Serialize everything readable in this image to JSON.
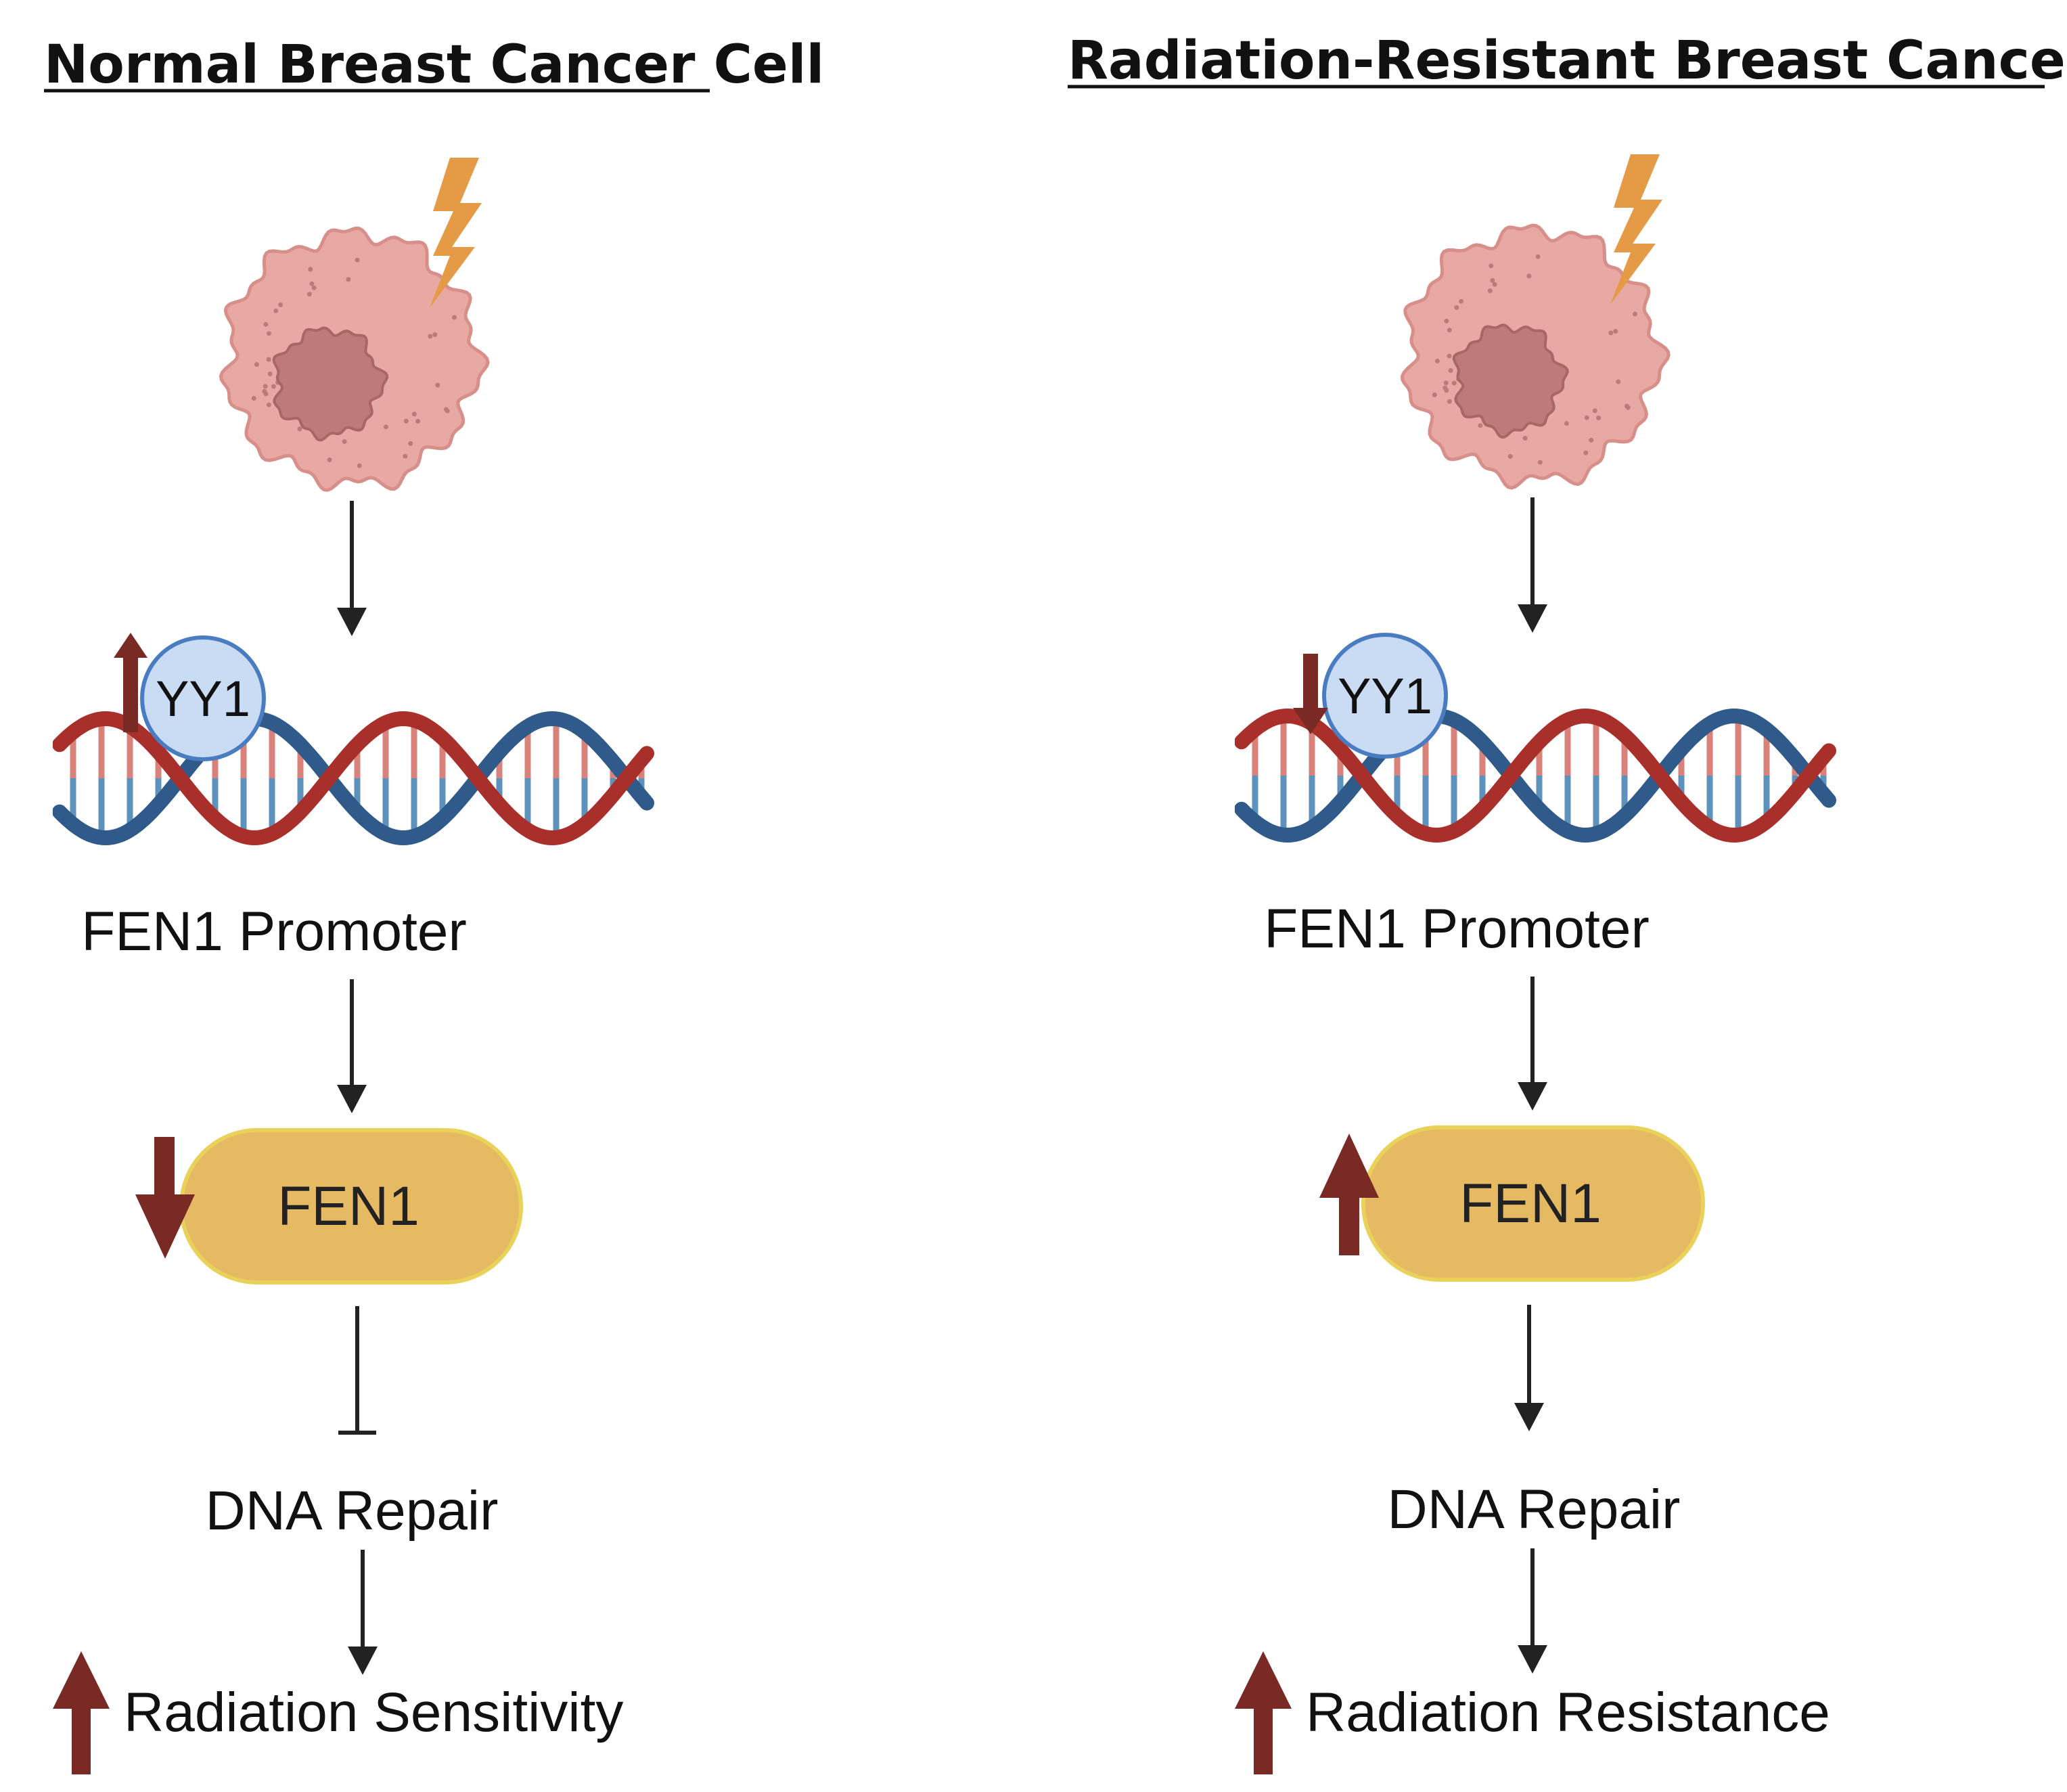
{
  "colors": {
    "cell_body": "#e8a9a4",
    "cell_outline": "#d88f8a",
    "nucleus": "#bd7a78",
    "nucleus_outline": "#a86665",
    "bolt": "#e59a45",
    "dna_red": "#a9302a",
    "dna_blue": "#2f5a8a",
    "rung_red": "#d9827a",
    "rung_blue": "#5d92bd",
    "yy1_fill": "#c9dcf3",
    "yy1_stroke": "#4a7cc1",
    "fen1_fill": "#e6b963",
    "fen1_stroke": "#e9d15a",
    "marker": "#7a2a25",
    "arrow": "#222222"
  },
  "panels": [
    {
      "title": "Normal Breast Cancer Cell",
      "yy1": {
        "label": "YY1",
        "level": "up"
      },
      "promoter_label": "FEN1 Promoter",
      "fen1": {
        "label": "FEN1",
        "level": "down"
      },
      "fen1_to_repair": "inhibition",
      "repair_label": "DNA Repair",
      "outcome": {
        "label": "Radiation Sensitivity",
        "level": "up"
      }
    },
    {
      "title": "Radiation-Resistant Breast Cancer Cell",
      "yy1": {
        "label": "YY1",
        "level": "down"
      },
      "promoter_label": "FEN1 Promoter",
      "fen1": {
        "label": "FEN1",
        "level": "up"
      },
      "fen1_to_repair": "activation",
      "repair_label": "DNA Repair",
      "outcome": {
        "label": "Radiation Resistance",
        "level": "up"
      }
    }
  ]
}
